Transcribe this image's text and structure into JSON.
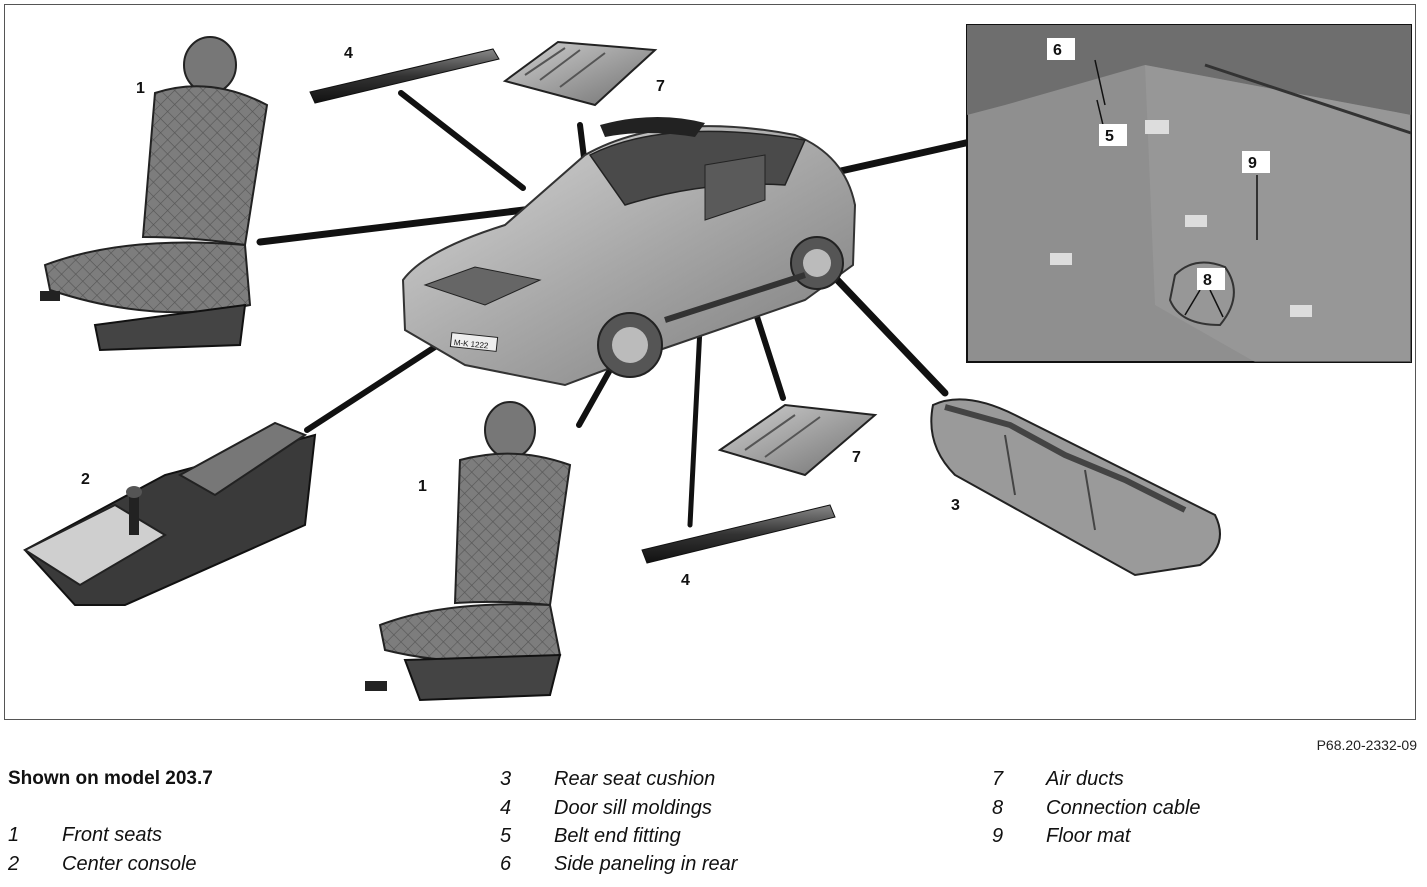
{
  "figure": {
    "callouts": {
      "front_seat_left": "1",
      "front_seat_center": "1",
      "center_console": "2",
      "rear_seat_cushion": "3",
      "sill_molding_top": "4",
      "sill_molding_bottom": "4",
      "air_duct_top": "7",
      "air_duct_bottom": "7"
    },
    "inset_callouts": {
      "side_paneling": "6",
      "belt_end_fitting": "5",
      "floor_mat": "9",
      "connection_cable": "8"
    },
    "license_plate": "M-K 1222"
  },
  "drawing_code": "P68.20-2332-09",
  "model_line": "Shown on model 203.7",
  "legend": [
    {
      "num": "1",
      "text": "Front seats"
    },
    {
      "num": "2",
      "text": "Center console"
    },
    {
      "num": "3",
      "text": "Rear seat cushion"
    },
    {
      "num": "4",
      "text": "Door sill moldings"
    },
    {
      "num": "5",
      "text": "Belt end fitting"
    },
    {
      "num": "6",
      "text": "Side paneling in rear"
    },
    {
      "num": "7",
      "text": "Air ducts"
    },
    {
      "num": "8",
      "text": "Connection cable"
    },
    {
      "num": "9",
      "text": "Floor mat"
    }
  ]
}
